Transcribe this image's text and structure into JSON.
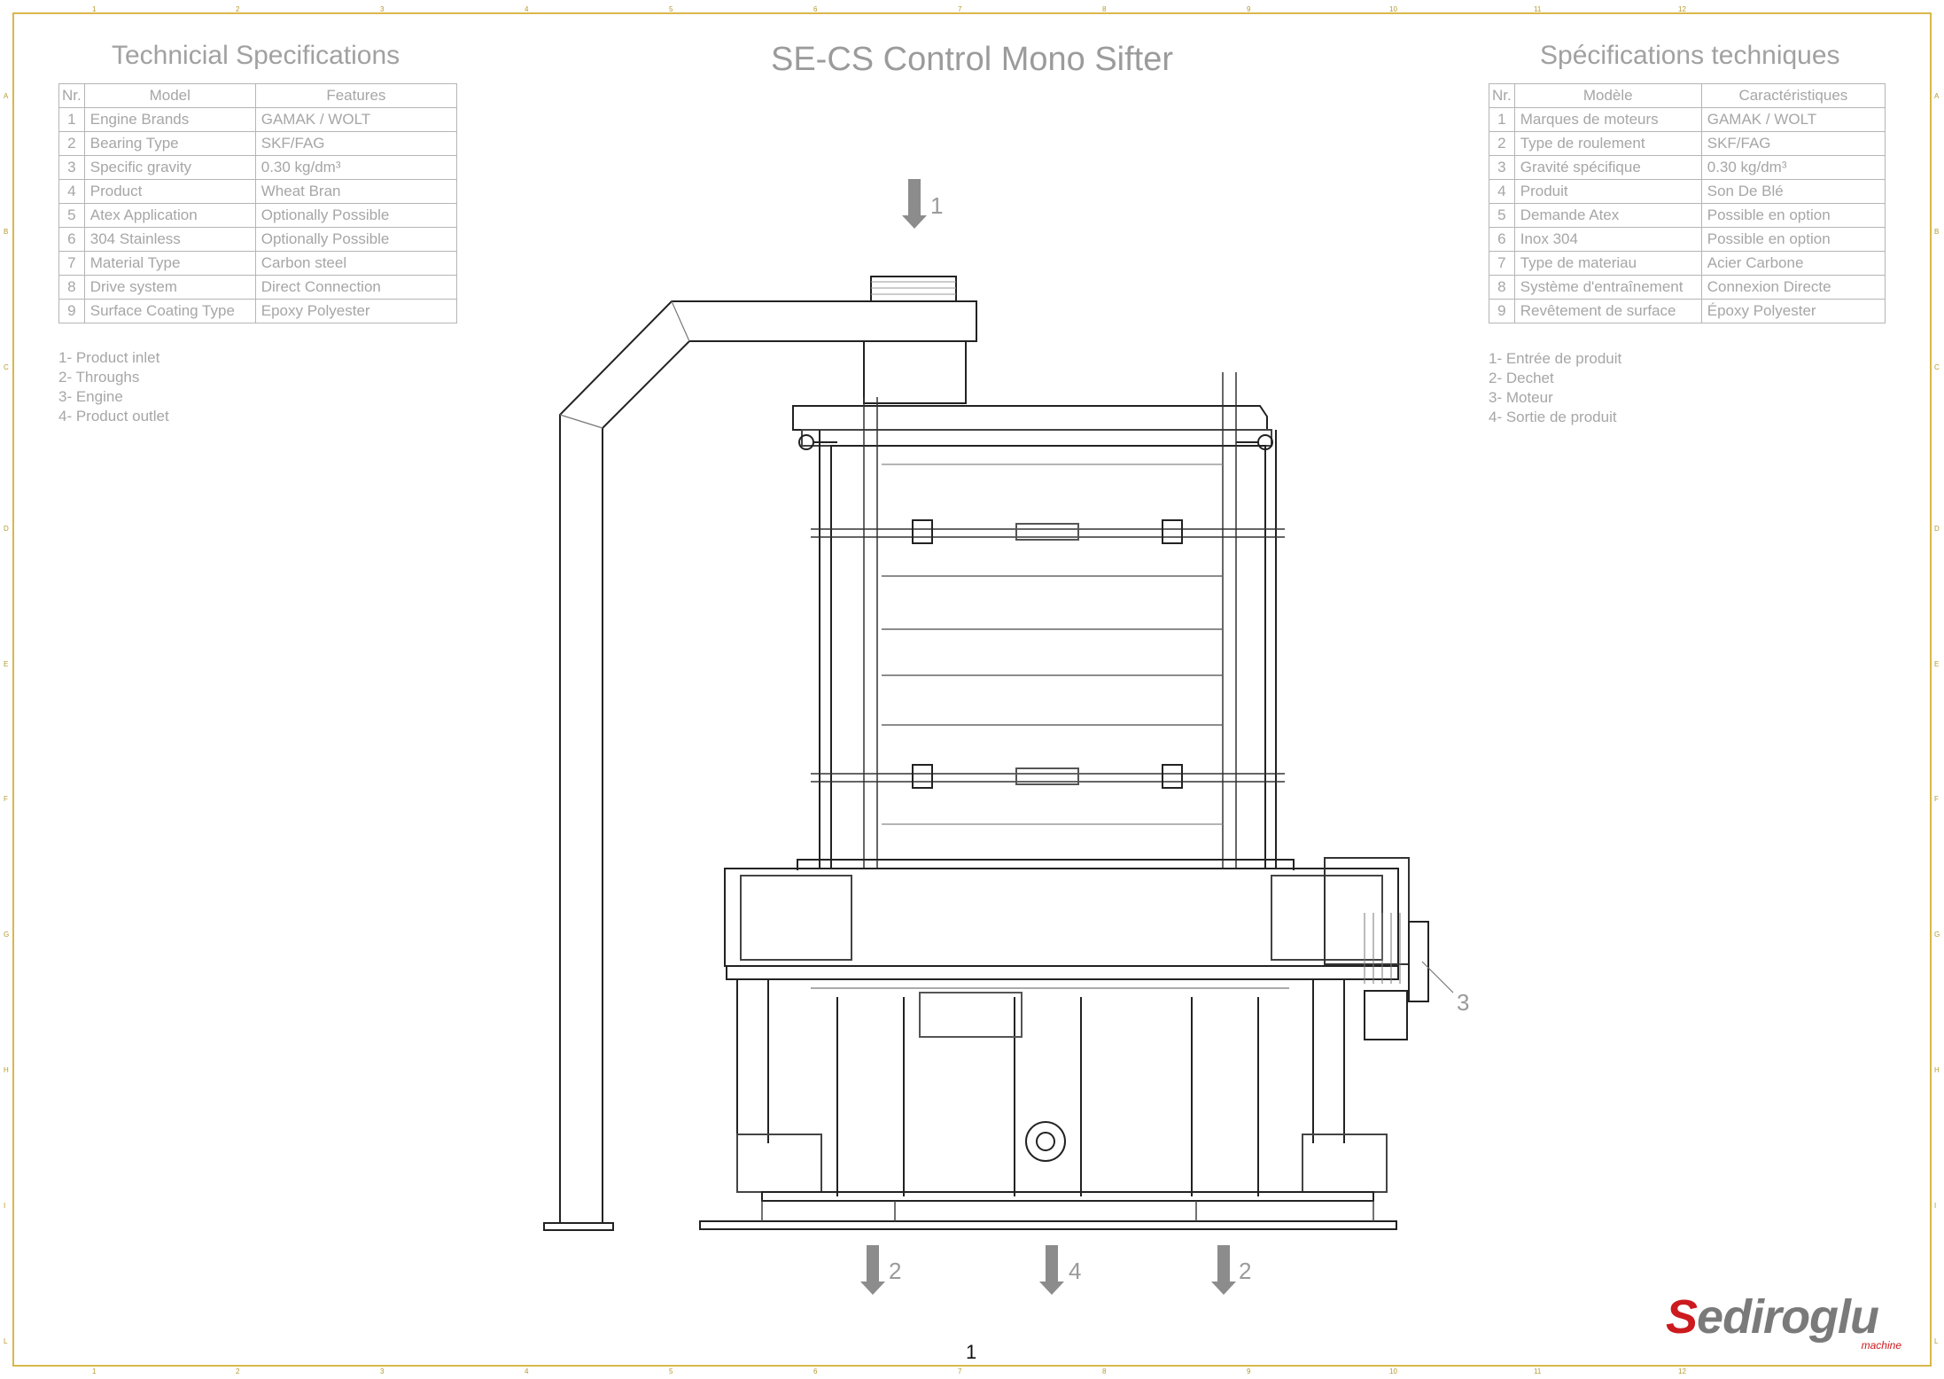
{
  "title": "SE-CS Control Mono Sifter",
  "left_spec": {
    "heading": "Technicial Specifications",
    "columns": [
      "Nr.",
      "Model",
      "Features"
    ],
    "rows": [
      [
        "1",
        "Engine Brands",
        "GAMAK / WOLT"
      ],
      [
        "2",
        "Bearing Type",
        "SKF/FAG"
      ],
      [
        "3",
        "Specific gravity",
        "0.30 kg/dm³"
      ],
      [
        "4",
        "Product",
        "Wheat Bran"
      ],
      [
        "5",
        "Atex Application",
        "Optionally Possible"
      ],
      [
        "6",
        "304 Stainless",
        "Optionally Possible"
      ],
      [
        "7",
        "Material Type",
        "Carbon steel"
      ],
      [
        "8",
        "Drive system",
        "Direct Connection"
      ],
      [
        "9",
        "Surface Coating Type",
        "Epoxy Polyester"
      ]
    ],
    "legend": [
      "1- Product inlet",
      "2- Throughs",
      "3- Engine",
      "4- Product outlet"
    ]
  },
  "right_spec": {
    "heading": "Spécifications techniques",
    "columns": [
      "Nr.",
      "Modèle",
      "Caractéristiques"
    ],
    "rows": [
      [
        "1",
        "Marques de moteurs",
        "GAMAK / WOLT"
      ],
      [
        "2",
        "Type de roulement",
        "SKF/FAG"
      ],
      [
        "3",
        "Gravité spécifique",
        "0.30 kg/dm³"
      ],
      [
        "4",
        "Produit",
        "Son De Blé"
      ],
      [
        "5",
        "Demande Atex",
        "Possible en option"
      ],
      [
        "6",
        "Inox 304",
        "Possible en option"
      ],
      [
        "7",
        "Type de materiau",
        "Acier Carbone"
      ],
      [
        "8",
        "Système d'entraînement",
        "Connexion Directe"
      ],
      [
        "9",
        "Revêtement de surface",
        "Époxy Polyester"
      ]
    ],
    "legend": [
      "1- Entrée de produit",
      "2- Dechet",
      "3- Moteur",
      "4- Sortie de produit"
    ]
  },
  "callouts": {
    "inlet": "1",
    "waste_left": "2",
    "outlet": "4",
    "waste_right": "2",
    "engine": "3"
  },
  "page_number": "1",
  "logo": {
    "text_first": "S",
    "text_rest": "ediroglu",
    "sub": "machine"
  },
  "ruler": {
    "top": [
      "1",
      "2",
      "3",
      "4",
      "5",
      "6",
      "7",
      "8",
      "9",
      "10",
      "11",
      "12"
    ],
    "side": [
      "A",
      "B",
      "C",
      "D",
      "E",
      "F",
      "G",
      "H",
      "I",
      "L"
    ]
  },
  "colors": {
    "frame": "#d9b84a",
    "line": "#222222",
    "text": "#9a9a9a",
    "brand": "#cc1a1f"
  }
}
